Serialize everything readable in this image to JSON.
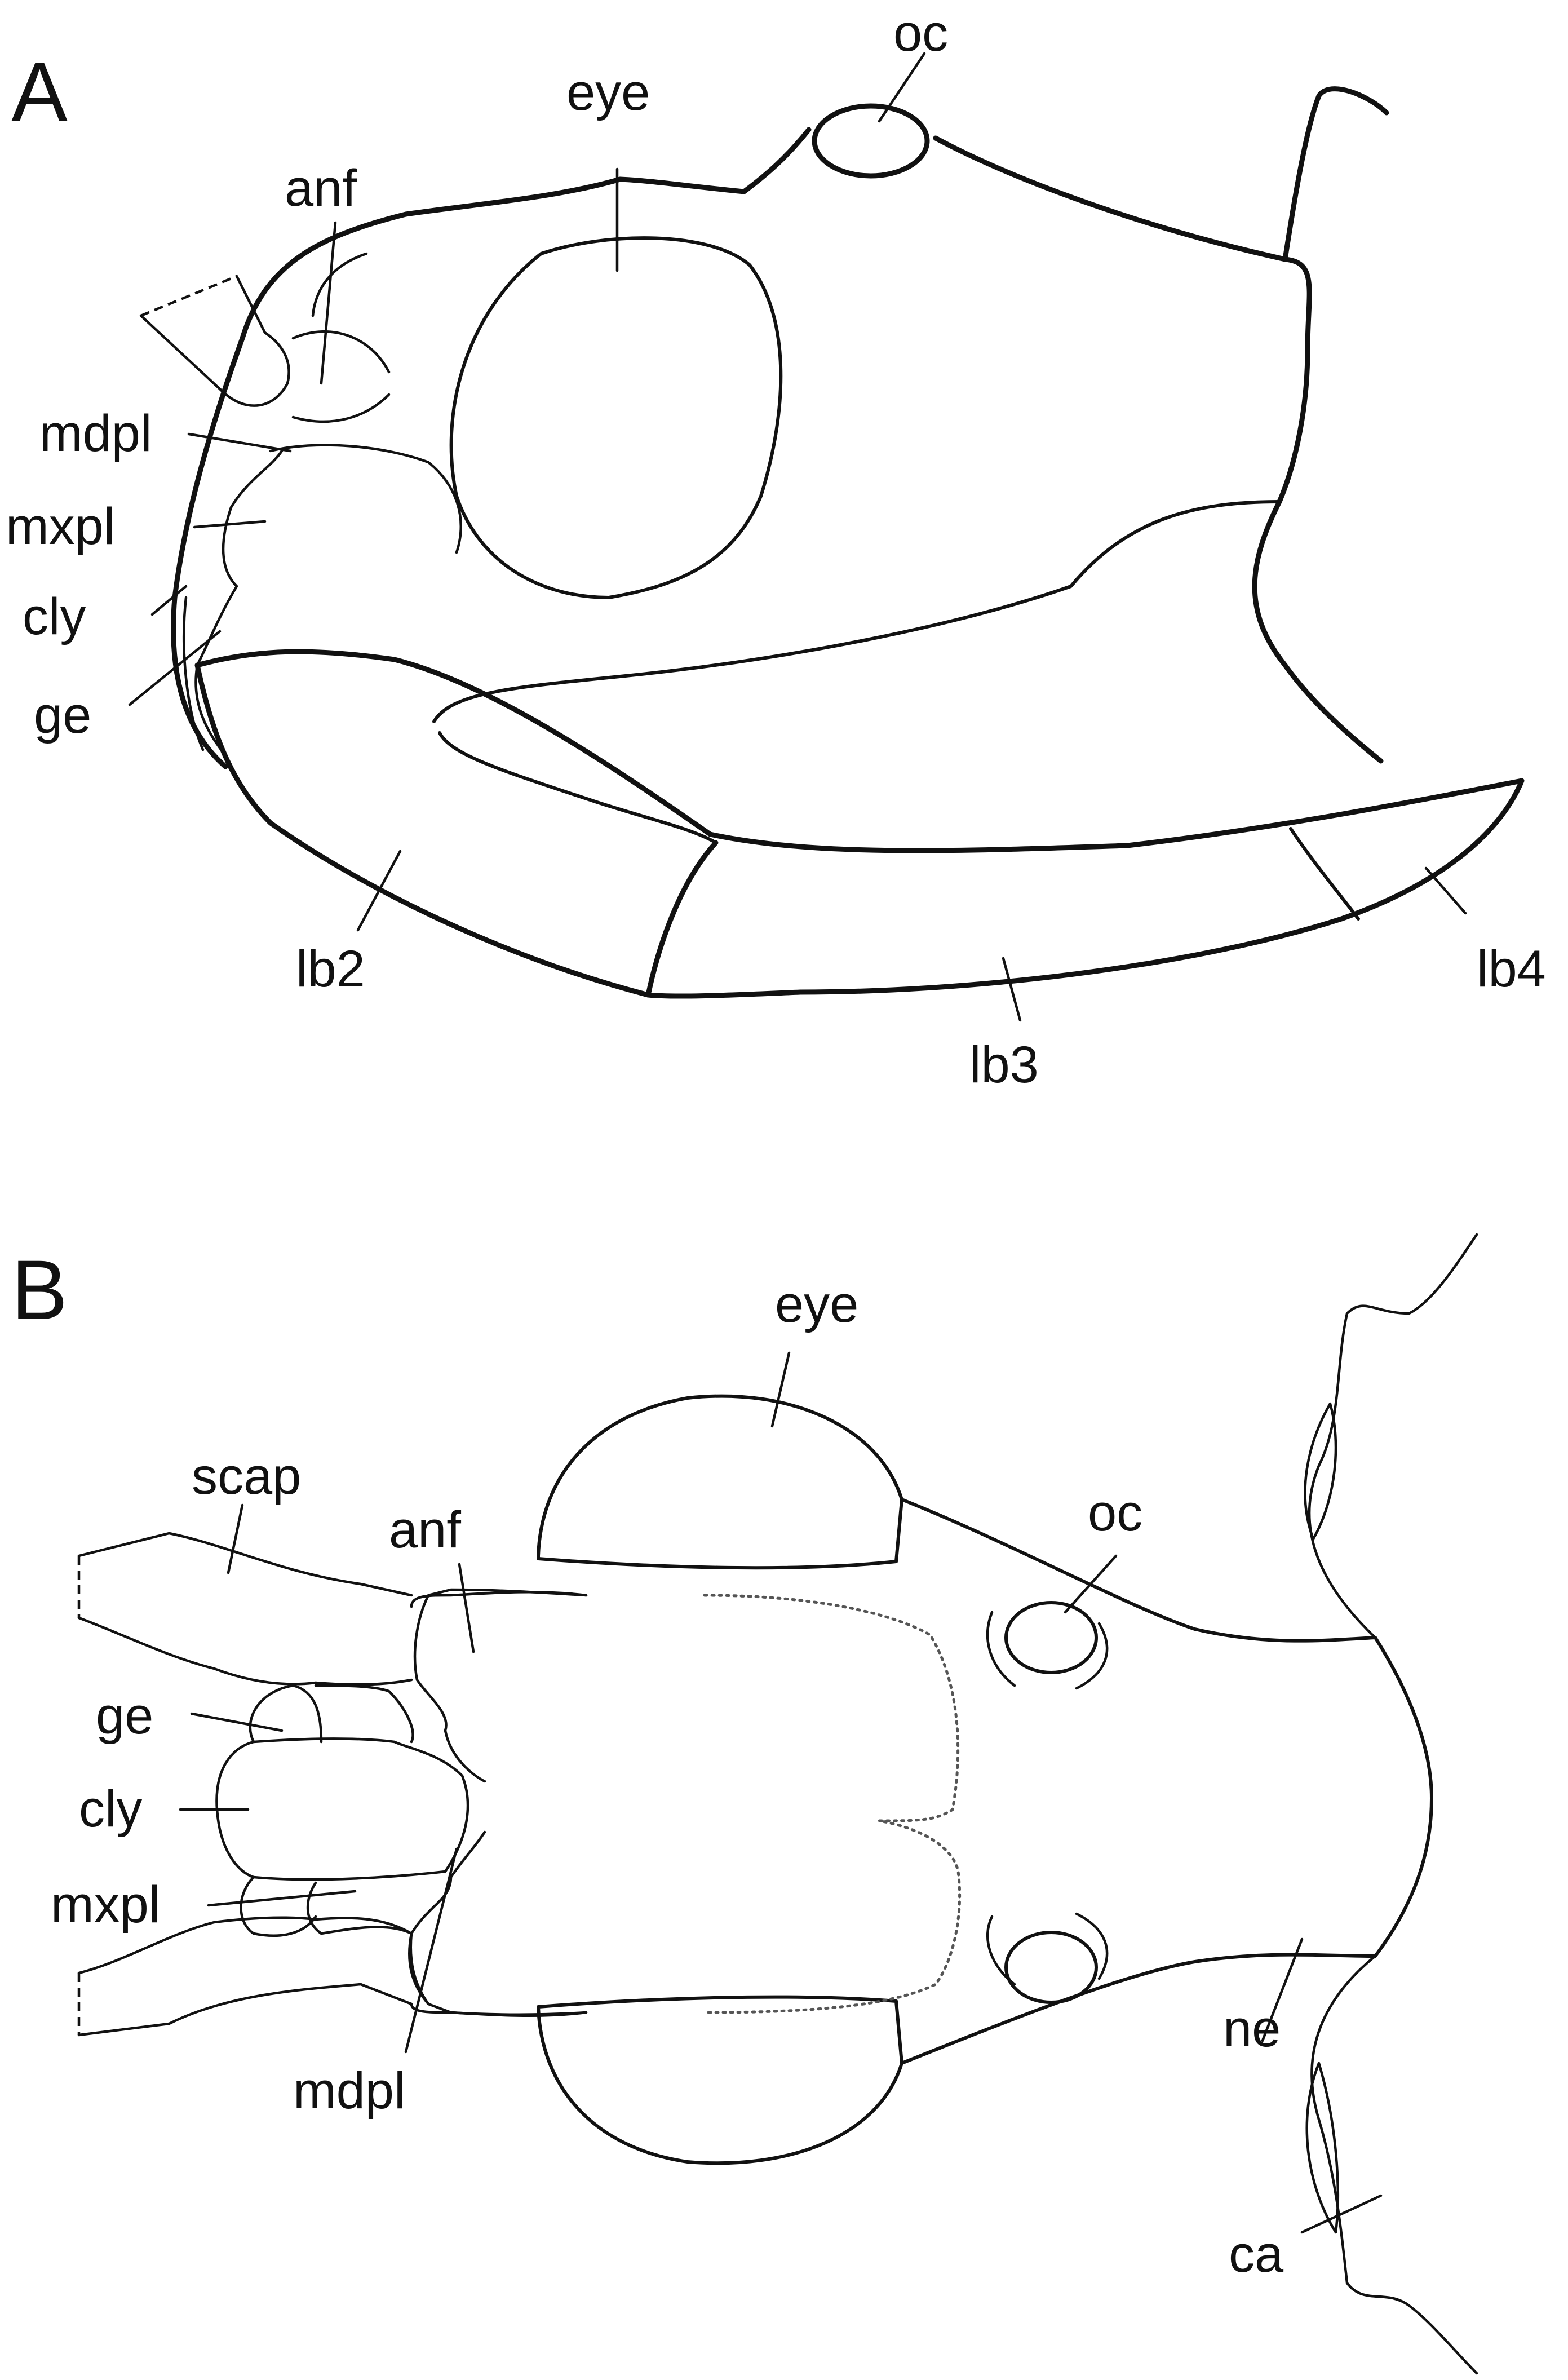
{
  "panels": [
    {
      "letter": "A",
      "labels": {
        "oc": "oc",
        "eye": "eye",
        "anf": "anf",
        "mdpl": "mdpl",
        "mxpl": "mxpl",
        "cly": "cly",
        "ge": "ge",
        "lb2": "lb2",
        "lb3": "lb3",
        "lb4": "lb4"
      }
    },
    {
      "letter": "B",
      "labels": {
        "eye": "eye",
        "oc": "oc",
        "scap": "scap",
        "anf": "anf",
        "ge": "ge",
        "cly": "cly",
        "mxpl": "mxpl",
        "mdpl": "mdpl",
        "ne": "ne",
        "ca": "ca"
      }
    }
  ]
}
